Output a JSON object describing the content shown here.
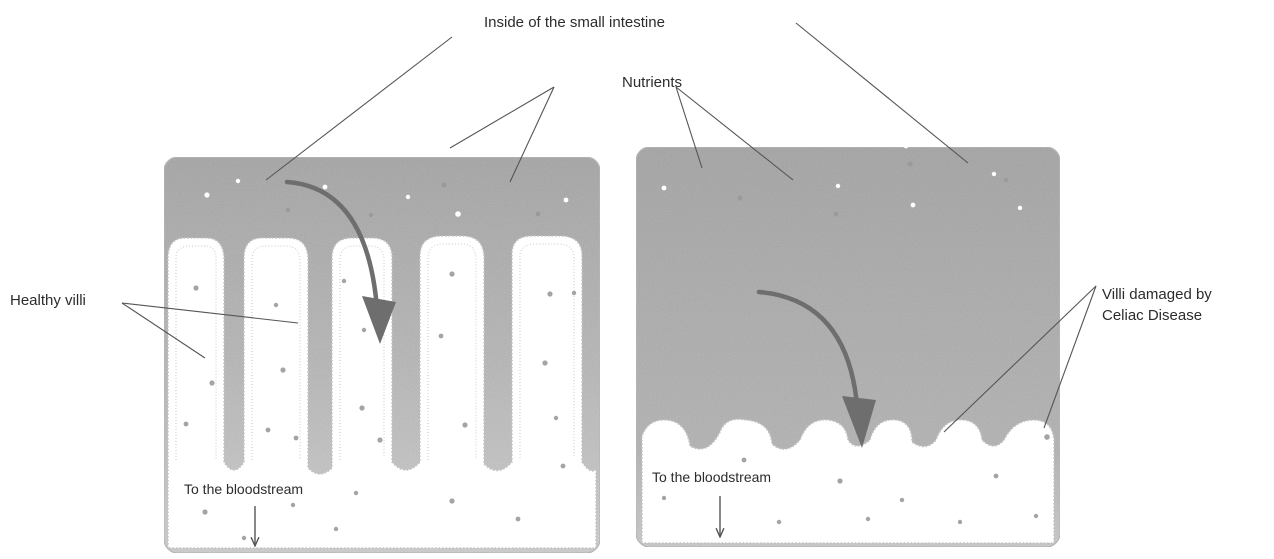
{
  "labels": {
    "title": "Inside of the small intestine",
    "nutrients": "Nutrients",
    "healthy_villi": "Healthy villi",
    "damaged_villi_line1": "Villi damaged by",
    "damaged_villi_line2": "Celiac Disease",
    "bloodstream_left": "To the bloodstream",
    "bloodstream_right": "To the bloodstream"
  },
  "colors": {
    "lumen": "#b9b9b9",
    "tissue": "#ffffff",
    "villus_edge": "#c4c4c4",
    "panel_border": "#bdbdbd",
    "arrow": "#6e6e6e",
    "nutrient_dot": "#9a9a9a",
    "text": "#2c2c2c"
  }
}
